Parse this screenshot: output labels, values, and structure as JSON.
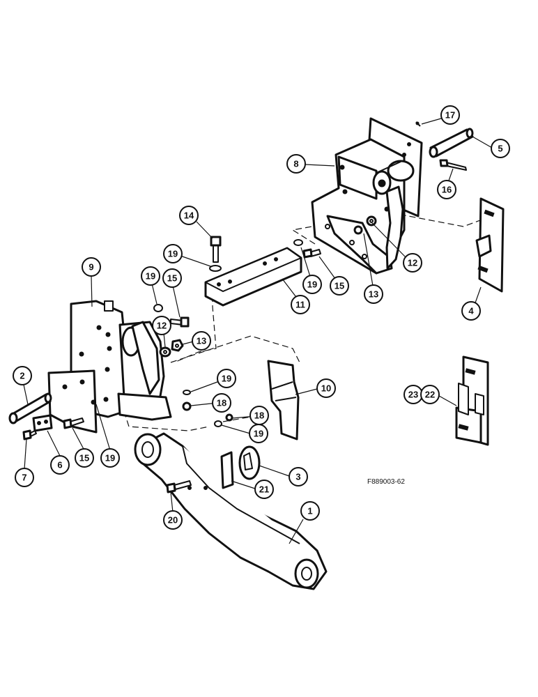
{
  "figure_ref": "F889003-62",
  "callouts": {
    "c1": "1",
    "c2": "2",
    "c3": "3",
    "c4": "4",
    "c5": "5",
    "c6": "6",
    "c7": "7",
    "c8": "8",
    "c9": "9",
    "c10": "10",
    "c11": "11",
    "c12a": "12",
    "c12b": "12",
    "c13a": "13",
    "c13b": "13",
    "c14": "14",
    "c15a": "15",
    "c15b": "15",
    "c15c": "15",
    "c16": "16",
    "c17": "17",
    "c18a": "18",
    "c18b": "18",
    "c19a": "19",
    "c19b": "19",
    "c19c": "19",
    "c19d": "19",
    "c19e": "19",
    "c19f": "19",
    "c20": "20",
    "c21": "21",
    "c22": "22",
    "c23": "23"
  }
}
